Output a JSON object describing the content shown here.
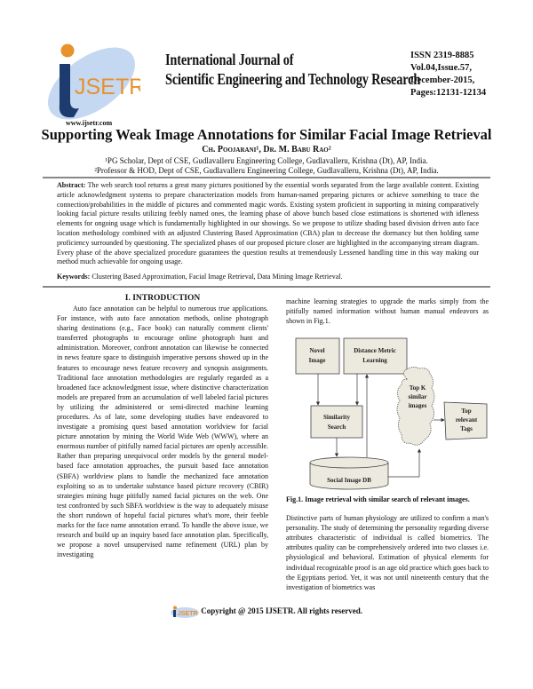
{
  "header": {
    "logo_text": "IJSETR",
    "website": "www.ijsetr.com",
    "journal_line1": "International Journal of",
    "journal_line2": "Scientific Engineering and Technology Research",
    "issn": "ISSN 2319-8885",
    "volume": "Vol.04,Issue.57,",
    "date": "December-2015,",
    "pages": "Pages:12131-12134"
  },
  "paper": {
    "title": "Supporting Weak Image Annotations for Similar Facial Image Retrieval",
    "authors": "Ch. Poojarani¹, Dr. M. Babu Rao²",
    "affiliation1": "¹PG Scholar, Dept of CSE, Gudlavalleru Engineering College, Gudlavalleru, Krishna (Dt), AP, India.",
    "affiliation2": "²Professor & HOD, Dept of CSE, Gudlavalleru Engineering College, Gudlavalleru, Krishna (Dt), AP, India.",
    "abstract_label": "Abstract:",
    "abstract": "The web search tool returns a great many pictures positioned by the essential words separated from the large available content. Existing article acknowledgment systems to prepare characterization models from human-named preparing pictures or achieve something to trace the connection/probabilities in the middle of pictures and commented magic words. Existing system proficient in supporting in mining comparatively looking facial picture results utilizing feebly named ones, the learning phase of above bunch based close estimations is shortened with idleness elements for ongoing usage which is fundamentally highlighted in our showings. So we propose to utilize shading based division driven auto face location methodology combined with an adjusted Clustering Based Approximation (CBA) plan to decrease the dormancy but then holding same proficiency surrounded by questioning. The specialized phases of our proposed picture closer are highlighted in the accompanying stream diagram. Every phase of the above specialized procedure guarantees the question results at tremendously Lessened handling time in this way making our method much achievable for ongoing usage.",
    "keywords_label": "Keywords:",
    "keywords": "Clustering Based Approximation, Facial Image Retrieval, Data Mining Image Retrieval.",
    "section_heading": "I. INTRODUCTION",
    "intro_p1": "Auto face annotation can be helpful to numerous true applications. For instance, with auto face annotation methods, online photograph sharing destinations (e.g., Face book) can naturally comment clients' transferred photographs to encourage online photograph hunt and administration. Moreover, confront annotation can likewise be connected in news feature space to distinguish imperative persons showed up in the features to encourage news feature recovery and synopsis assignments. Traditional face annotation methodologies are regularly regarded as a broadened face acknowledgment issue, where distinctive characterization models are prepared from an accumulation of well labeled facial pictures by utilizing the administered or semi-directed machine learning procedures. As of late, some developing studies have endeavored to investigate a promising quest based annotation worldview for facial picture annotation by mining the World Wide Web (WWW), where an enormous number of pitifully named facial pictures are openly accessible. Rather than preparing unequivocal order models by the general model-based face annotation approaches, the pursuit based face annotation (SBFA) worldview plans to handle the mechanized face annotation exploiting so as to undertake substance based picture recovery (CBIR) strategies mining huge pitifully named facial pictures on the web. One test confronted by such SBFA worldview is the way to adequately misuse the short rundown of hopeful facial pictures what's more, their feeble marks for the face name annotation errand. To handle the above issue, we research and build up an inquiry based face annotation plan. Specifically, we propose a novel unsupervised name refinement (URL) plan by investigating",
    "intro_p1_cont": "machine learning strategies to upgrade the marks simply from the pitifully named information without human manual endeavors as shown in Fig.1.",
    "figure": {
      "novel_image": [
        "Novel",
        "Image"
      ],
      "distance_metric": [
        "Distance Metric",
        "Learning"
      ],
      "similarity_search": [
        "Similarity",
        "Search"
      ],
      "top_k": [
        "Top K",
        "similar",
        "images"
      ],
      "top_tags": [
        "Top",
        "relevant",
        "Tags"
      ],
      "database": "Social Image DB",
      "fill_color": "#ece9df"
    },
    "figure_caption": "Fig.1. Image retrieval with similar search of relevant images.",
    "p2": "Distinctive parts of human physiology are utilized to confirm a man's personality. The study of determining the personality regarding diverse attributes characteristic of individual is called biometrics. The attributes quality can be comprehensively ordered into two classes i.e. physiological and behavioral. Estimation of physical elements for individual recognizable proof is an age old practice which goes back to the Egyptians period. Yet, it was not until nineteenth century that the investigation of biometrics was"
  },
  "footer": {
    "copyright": "Copyright @ 2015 IJSETR. All rights reserved."
  },
  "colors": {
    "logo_orange": "#e8912d",
    "logo_navy": "#1d3b6e",
    "logo_blue": "#bcd3f0"
  }
}
